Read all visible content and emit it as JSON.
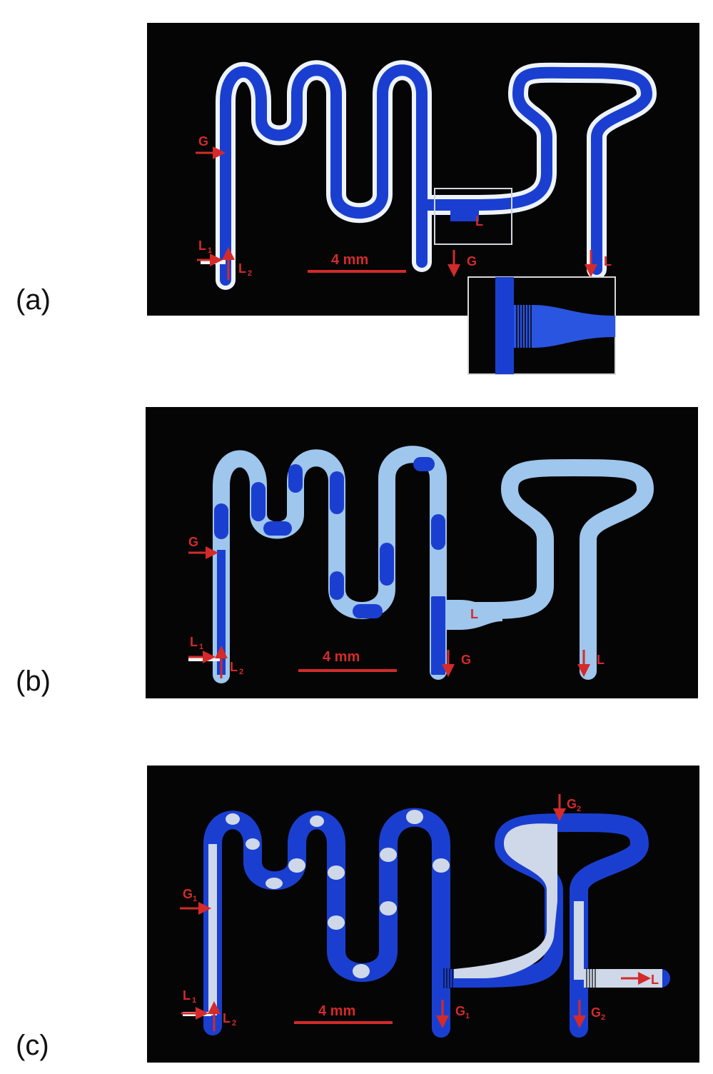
{
  "figure": {
    "panels": [
      {
        "label": "(a)",
        "scale_bar": "4 mm",
        "annotations": {
          "gas_in": "G",
          "liquid_in_1": "L",
          "liquid_in_1_sub": "1",
          "liquid_in_2": "L",
          "liquid_in_2_sub": "2",
          "separator": "L",
          "gas_out": "G",
          "liquid_out": "L"
        },
        "has_inset": true
      },
      {
        "label": "(b)",
        "scale_bar": "4 mm",
        "annotations": {
          "gas_in": "G",
          "liquid_in_1": "L",
          "liquid_in_1_sub": "1",
          "liquid_in_2": "L",
          "liquid_in_2_sub": "2",
          "separator": "L",
          "gas_out": "G",
          "liquid_out": "L"
        }
      },
      {
        "label": "(c)",
        "scale_bar": "4 mm",
        "annotations": {
          "gas_in": "G",
          "gas_in_sub": "1",
          "gas_in_2": "G",
          "gas_in_2_sub": "2",
          "liquid_in_1": "L",
          "liquid_in_1_sub": "1",
          "liquid_in_2": "L",
          "liquid_in_2_sub": "2",
          "gas_out_1": "G",
          "gas_out_1_sub": "1",
          "gas_out_2": "G",
          "gas_out_2_sub": "2",
          "liquid_out": "L"
        }
      }
    ],
    "colors": {
      "background": "#050505",
      "channel_dark": "#1a3fd0",
      "channel_light": "#9fc6ec",
      "channel_white": "#eef3fb",
      "annotation": "#d42a2a"
    }
  }
}
